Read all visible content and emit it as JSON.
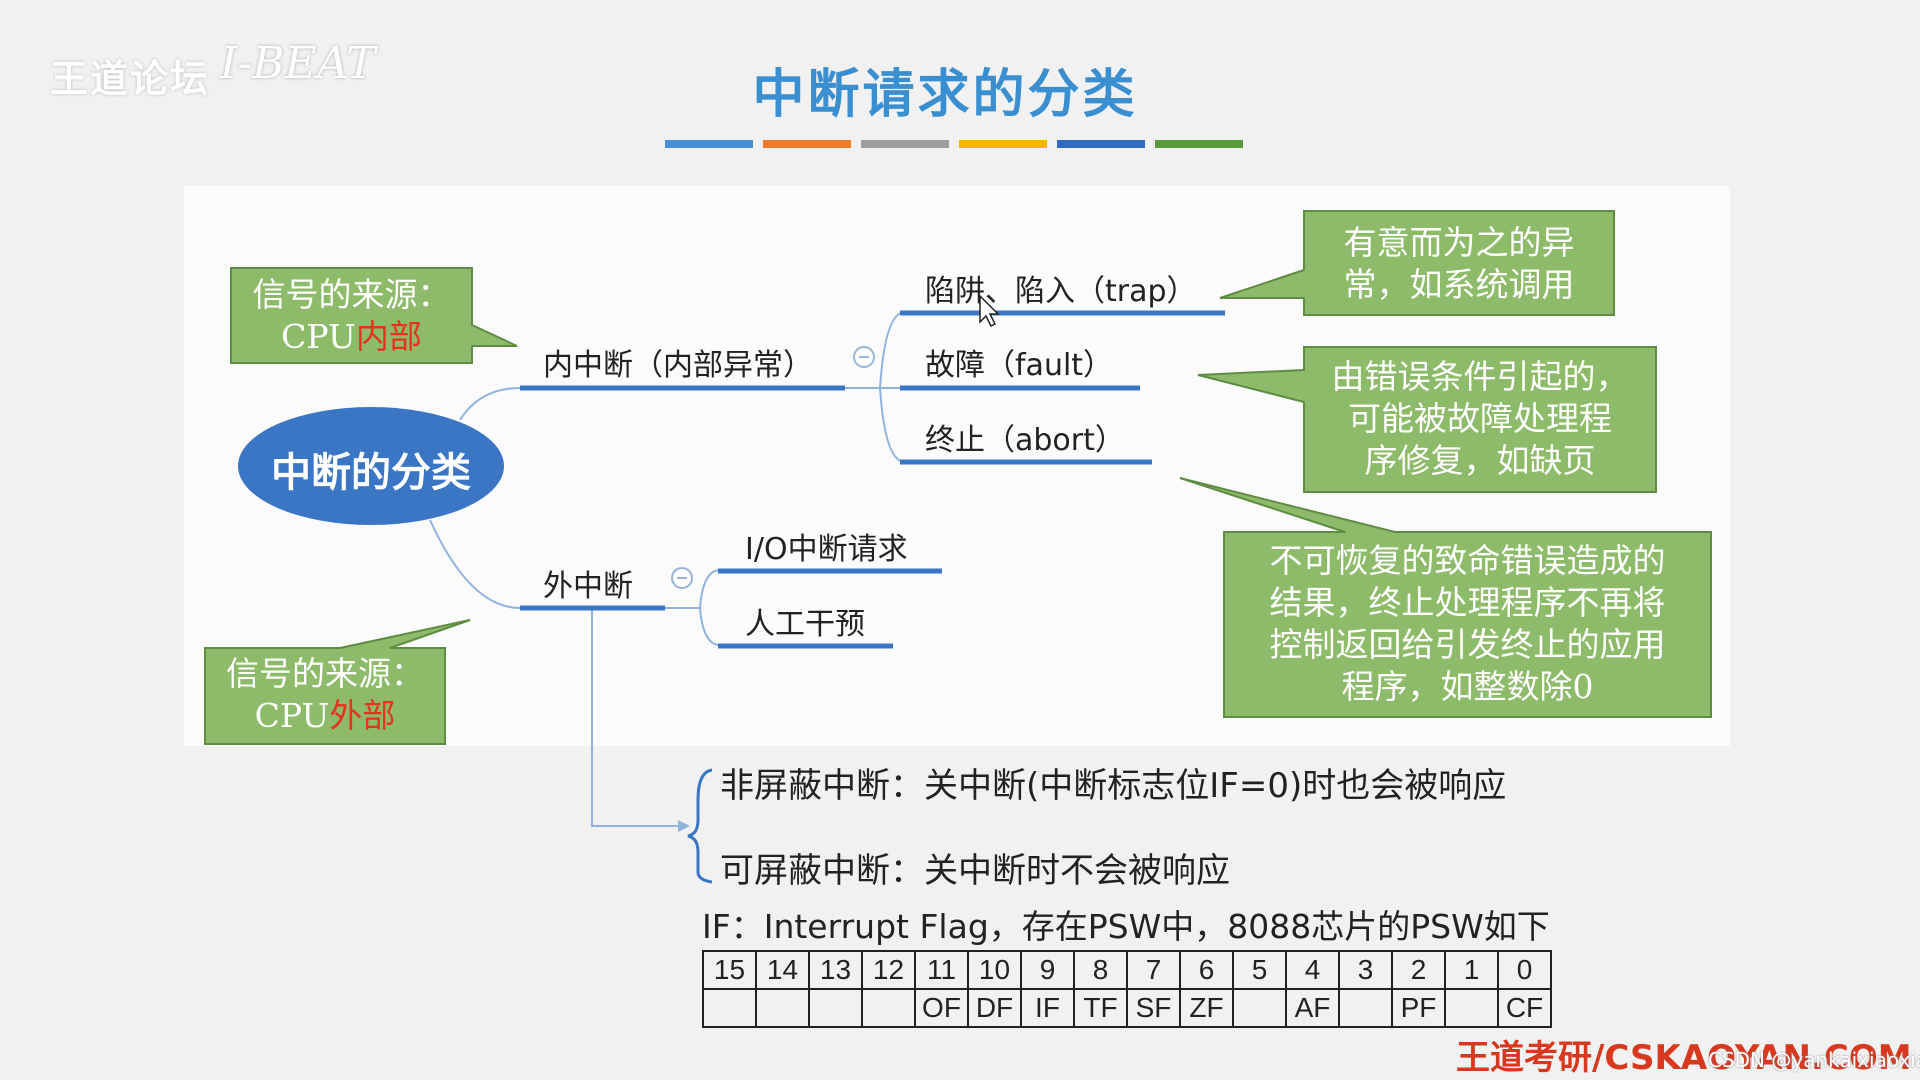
{
  "header": {
    "logo": "王道论坛",
    "signature": "I-BEAT",
    "title": "中断请求的分类",
    "bar_colors": [
      "#4a90d6",
      "#ef7b2a",
      "#9e9e9e",
      "#f5b400",
      "#2e6bc1",
      "#5a9a3a"
    ]
  },
  "diagram": {
    "center": "中断的分类",
    "internal": {
      "label": "内中断（内部异常）",
      "children": [
        "陷阱、陷入（trap）",
        "故障（fault）",
        "终止（abort）"
      ]
    },
    "external": {
      "label": "外中断",
      "children": [
        "I/O中断请求",
        "人工干预"
      ]
    },
    "source_internal": {
      "line1": "信号的来源：",
      "prefix": "CPU",
      "highlight": "内部"
    },
    "source_external": {
      "line1": "信号的来源：",
      "prefix": "CPU",
      "highlight": "外部"
    },
    "callout_trap": [
      "有意而为之的异",
      "常，如系统调用"
    ],
    "callout_fault": [
      "由错误条件引起的，",
      "可能被故障处理程",
      "序修复，如缺页"
    ],
    "callout_abort": [
      "不可恢复的致命错误造成的",
      "结果，终止处理程序不再将",
      "控制返回给引发终止的应用",
      "程序，如整数除0"
    ],
    "maskable": {
      "nonmaskable": "非屏蔽中断：关中断(中断标志位IF=0)时也会被响应",
      "maskable": "可屏蔽中断：关中断时不会被响应"
    },
    "callout_color": "#8dbb6a",
    "accent_blue": "#3b76c4"
  },
  "psw": {
    "caption": "IF：Interrupt Flag，存在PSW中，8088芯片的PSW如下",
    "bits": [
      "15",
      "14",
      "13",
      "12",
      "11",
      "10",
      "9",
      "8",
      "7",
      "6",
      "5",
      "4",
      "3",
      "2",
      "1",
      "0"
    ],
    "flags": [
      "",
      "",
      "",
      "",
      "OF",
      "DF",
      "IF",
      "TF",
      "SF",
      "ZF",
      "",
      "AF",
      "",
      "PF",
      "",
      "CF"
    ]
  },
  "footer": {
    "brand": "王道考研/CSKAOYAN.COM",
    "watermark": "CSDN @yankaixiaoxiao"
  }
}
